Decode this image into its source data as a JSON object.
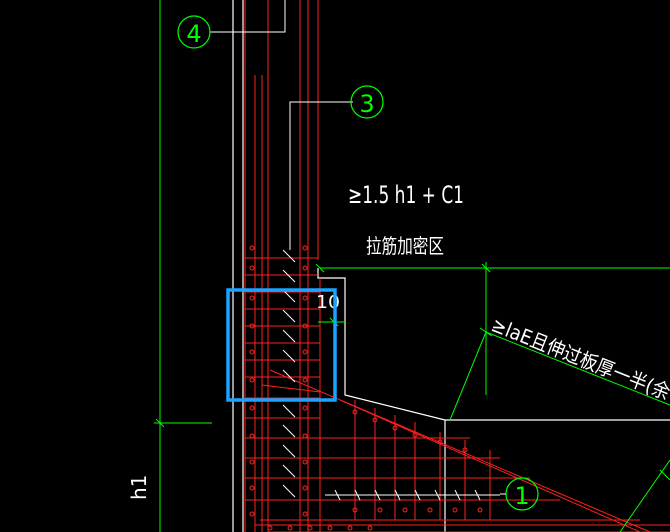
{
  "callouts": {
    "c4": "4",
    "c3": "3",
    "c1": "1"
  },
  "annotations": {
    "length_requirement": "≥1.5 h1 + C1",
    "zone_label": "拉筋加密区",
    "dim_10": "10",
    "lae_note": "≥laE且伸过板厚一半(余",
    "h1_label": "h1"
  },
  "colors": {
    "background": "#000000",
    "outline": "#ffffff",
    "rebar": "#ff2020",
    "dimension": "#00ff00",
    "highlight": "#1aa3ff"
  }
}
